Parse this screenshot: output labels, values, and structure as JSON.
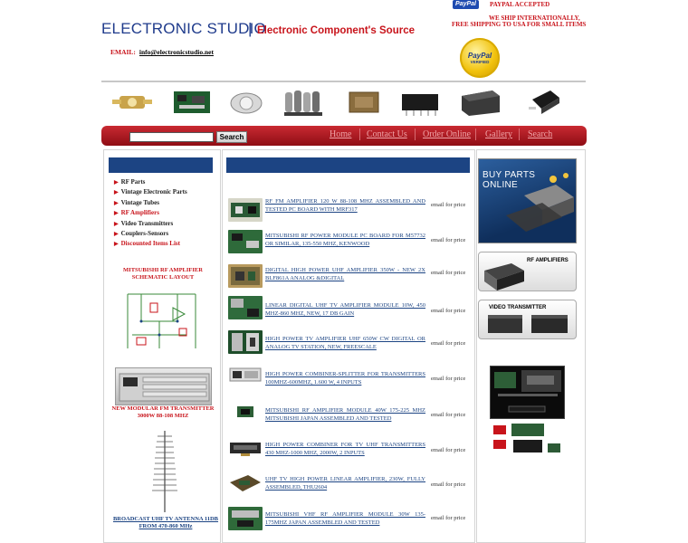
{
  "header": {
    "site_title": "ELECTRONIC STUDIO",
    "title_separator": "|",
    "tagline": "Electronic Component's Source",
    "email_label": "EMAIL:",
    "email_address": "info@electronicstudio.net",
    "paypal_logo_text": "PayPal",
    "paypal_accepted": "PAYPAL ACCEPTED",
    "shipping_line1": "WE SHIP INTERNATIONALLY,",
    "shipping_line2": "FREE SHIPPING TO USA FOR SMALL ITEMS",
    "paypal_seal_top": "PayPal",
    "paypal_seal_bottom": "VERIFIED"
  },
  "search": {
    "placeholder": "",
    "button_label": "Search"
  },
  "nav": {
    "items": [
      {
        "label": "Home"
      },
      {
        "label": "Contact Us"
      },
      {
        "label": "Order Online"
      },
      {
        "label": "Gallery"
      },
      {
        "label": "Search"
      }
    ]
  },
  "sidebar": {
    "items": [
      {
        "label": "RF Parts"
      },
      {
        "label": "Vintage Electronic Parts"
      },
      {
        "label": "Vintage Tubes"
      },
      {
        "label": "RF Amplifiers"
      },
      {
        "label": "Video Transmitters"
      },
      {
        "label": "Couplers-Sensors"
      },
      {
        "label": "Discounted Items List"
      }
    ],
    "schematic_title": "MITSUBISHI RF AMPLIFIER SCHEMATIC LAYOUT",
    "transmitter_caption": "NEW MODULAR FM TRANSMITTER 3000W 88-108 MHZ",
    "antenna_caption": "BROADCAST UHF TV ANTENNA 11DB FROM 470-860 MHz"
  },
  "products": [
    {
      "title": "RF FM AMPLIFIER 120 W 88-108 MHz ASSEMBLED AND TESTED PC BOARD WITH MRF317",
      "price": "email for price"
    },
    {
      "title": "MITSUBISHI RF POWER MODULE PC BOARD FOR M57732 OR SIMILAR, 135-550 MHz, KENWOOD",
      "price": "email for price"
    },
    {
      "title": "DIGITAL HIGH POWER UHF AMPLIFIER 350W - NEW 2x BLF861A ANALOG &DIGITAL",
      "price": "email for price"
    },
    {
      "title": "LINEAR DIGITAL UHF TV AMPLIFIER MODULE 10W, 450 MHz-860 MHz, NEW, 17 dB GAIN",
      "price": "email for price"
    },
    {
      "title": "HIGH POWER TV AMPLIFIER UHF 650W CW DIGITAL OR ANALOG TV STATION, NEW, FREESCALE",
      "price": "email for price"
    },
    {
      "title": "HIGH POWER COMBINER-SPLITTER FOR TRANSMITTERS 100MHz-600MHz, 1.600 W, 4 INPUTS",
      "price": "email for price"
    },
    {
      "title": "MITSUBISHI RF AMPLIFIER MODULE 40W 175-225 MHz MITSUBISHI JAPAN ASSEMBLED AND TESTED",
      "price": "email for price"
    },
    {
      "title": "HIGH POWER COMBINER FOR TV UHF TRANSMITTERS 430 MHz-1000 MHz, 2000W, 2 INPUTS",
      "price": "email for price"
    },
    {
      "title": "UHF TV HIGH POWER LINEAR AMPLIFIER, 230W, FULLY ASSEMBLED, THU2604",
      "price": "email for price"
    },
    {
      "title": "MITSUBISHI VHF RF AMPLIFIER MODULE 30W 135-175MHz JAPAN ASSEMBLED AND TESTED",
      "price": "email for price"
    }
  ],
  "right_panel": {
    "buy_banner": [
      "BUY PARTS",
      "ONLINE"
    ],
    "rf_amplifiers_label": "RF AMPLIFIERS",
    "video_transmitter_label": "VIDEO TRANSMITTER"
  },
  "colors": {
    "title_blue": "#1f3b8c",
    "accent_red": "#c8141b",
    "nav_red": "#b01c24",
    "section_blue": "#1c4483"
  }
}
